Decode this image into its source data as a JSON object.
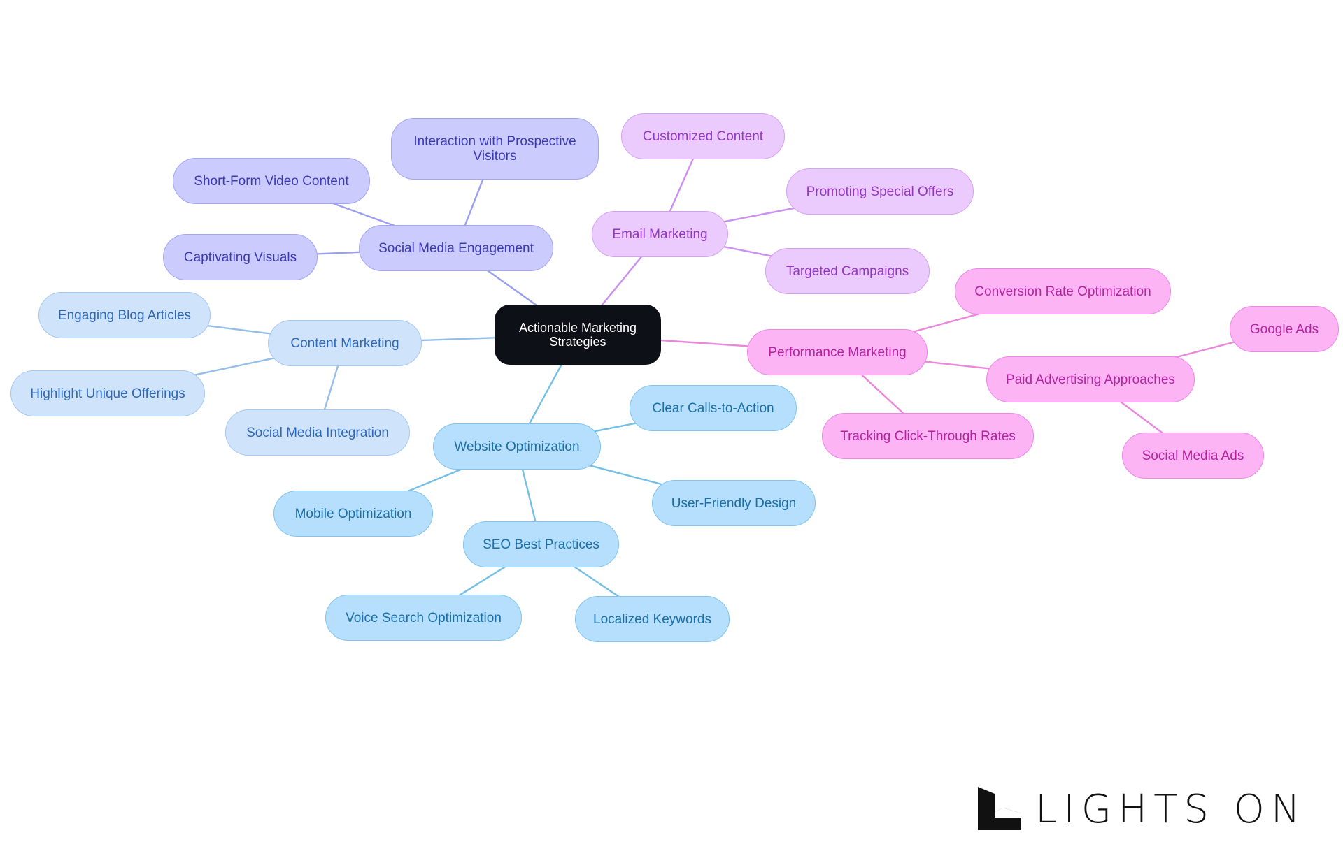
{
  "diagram": {
    "colors": {
      "root": {
        "fill": "#0d1017",
        "stroke": "#0d1017",
        "text": "#ffffff",
        "line": "#0d1017"
      },
      "content": {
        "fill": "#cfe3fb",
        "stroke": "#a6c9f1",
        "text": "#2d67b9",
        "line": "#94bee9"
      },
      "website": {
        "fill": "#b5dffc",
        "stroke": "#82c4ee",
        "text": "#1b6ea8",
        "line": "#73bfe6"
      },
      "social": {
        "fill": "#cbccfd",
        "stroke": "#a2a4f4",
        "text": "#3a3ab8",
        "line": "#9a9ef0"
      },
      "email": {
        "fill": "#ebcbfd",
        "stroke": "#d3a2f3",
        "text": "#9236c3",
        "line": "#cc8ef0"
      },
      "performance": {
        "fill": "#fcb4f4",
        "stroke": "#ef86e6",
        "text": "#b5239f",
        "line": "#ea86dc"
      }
    },
    "nodes": [
      {
        "id": "root",
        "label": "Actionable Marketing Strategies",
        "group": "root"
      },
      {
        "id": "content",
        "label": "Content Marketing",
        "group": "content"
      },
      {
        "id": "blog",
        "label": "Engaging Blog Articles",
        "group": "content"
      },
      {
        "id": "unique",
        "label": "Highlight Unique Offerings",
        "group": "content"
      },
      {
        "id": "smint",
        "label": "Social Media Integration",
        "group": "content"
      },
      {
        "id": "website",
        "label": "Website Optimization",
        "group": "website"
      },
      {
        "id": "cta",
        "label": "Clear Calls-to-Action",
        "group": "website"
      },
      {
        "id": "ufd",
        "label": "User-Friendly Design",
        "group": "website"
      },
      {
        "id": "mobile",
        "label": "Mobile Optimization",
        "group": "website"
      },
      {
        "id": "seo",
        "label": "SEO Best Practices",
        "group": "website"
      },
      {
        "id": "voice",
        "label": "Voice Search Optimization",
        "group": "website"
      },
      {
        "id": "local",
        "label": "Localized Keywords",
        "group": "website"
      },
      {
        "id": "social",
        "label": "Social Media Engagement",
        "group": "social"
      },
      {
        "id": "interaction",
        "label": "Interaction with Prospective Visitors",
        "group": "social"
      },
      {
        "id": "video",
        "label": "Short-Form Video Content",
        "group": "social"
      },
      {
        "id": "visuals",
        "label": "Captivating Visuals",
        "group": "social"
      },
      {
        "id": "email",
        "label": "Email Marketing",
        "group": "email"
      },
      {
        "id": "custom",
        "label": "Customized Content",
        "group": "email"
      },
      {
        "id": "offers",
        "label": "Promoting Special Offers",
        "group": "email"
      },
      {
        "id": "targeted",
        "label": "Targeted Campaigns",
        "group": "email"
      },
      {
        "id": "performance",
        "label": "Performance Marketing",
        "group": "performance"
      },
      {
        "id": "cro",
        "label": "Conversion Rate Optimization",
        "group": "performance"
      },
      {
        "id": "ctr",
        "label": "Tracking Click-Through Rates",
        "group": "performance"
      },
      {
        "id": "paid",
        "label": "Paid Advertising Approaches",
        "group": "performance"
      },
      {
        "id": "google",
        "label": "Google Ads",
        "group": "performance"
      },
      {
        "id": "smads",
        "label": "Social Media Ads",
        "group": "performance"
      }
    ],
    "edges": [
      {
        "from": "root",
        "to": "content"
      },
      {
        "from": "content",
        "to": "blog"
      },
      {
        "from": "content",
        "to": "unique"
      },
      {
        "from": "content",
        "to": "smint"
      },
      {
        "from": "root",
        "to": "website"
      },
      {
        "from": "website",
        "to": "cta"
      },
      {
        "from": "website",
        "to": "ufd"
      },
      {
        "from": "website",
        "to": "mobile"
      },
      {
        "from": "website",
        "to": "seo"
      },
      {
        "from": "seo",
        "to": "voice"
      },
      {
        "from": "seo",
        "to": "local"
      },
      {
        "from": "root",
        "to": "social"
      },
      {
        "from": "social",
        "to": "interaction"
      },
      {
        "from": "social",
        "to": "video"
      },
      {
        "from": "social",
        "to": "visuals"
      },
      {
        "from": "root",
        "to": "email"
      },
      {
        "from": "email",
        "to": "custom"
      },
      {
        "from": "email",
        "to": "offers"
      },
      {
        "from": "email",
        "to": "targeted"
      },
      {
        "from": "root",
        "to": "performance"
      },
      {
        "from": "performance",
        "to": "cro"
      },
      {
        "from": "performance",
        "to": "ctr"
      },
      {
        "from": "performance",
        "to": "paid"
      },
      {
        "from": "paid",
        "to": "google"
      },
      {
        "from": "paid",
        "to": "smads"
      }
    ]
  },
  "logo": {
    "text": "LIGHTS ON",
    "icon": "lights-on-logo-mark-icon"
  }
}
